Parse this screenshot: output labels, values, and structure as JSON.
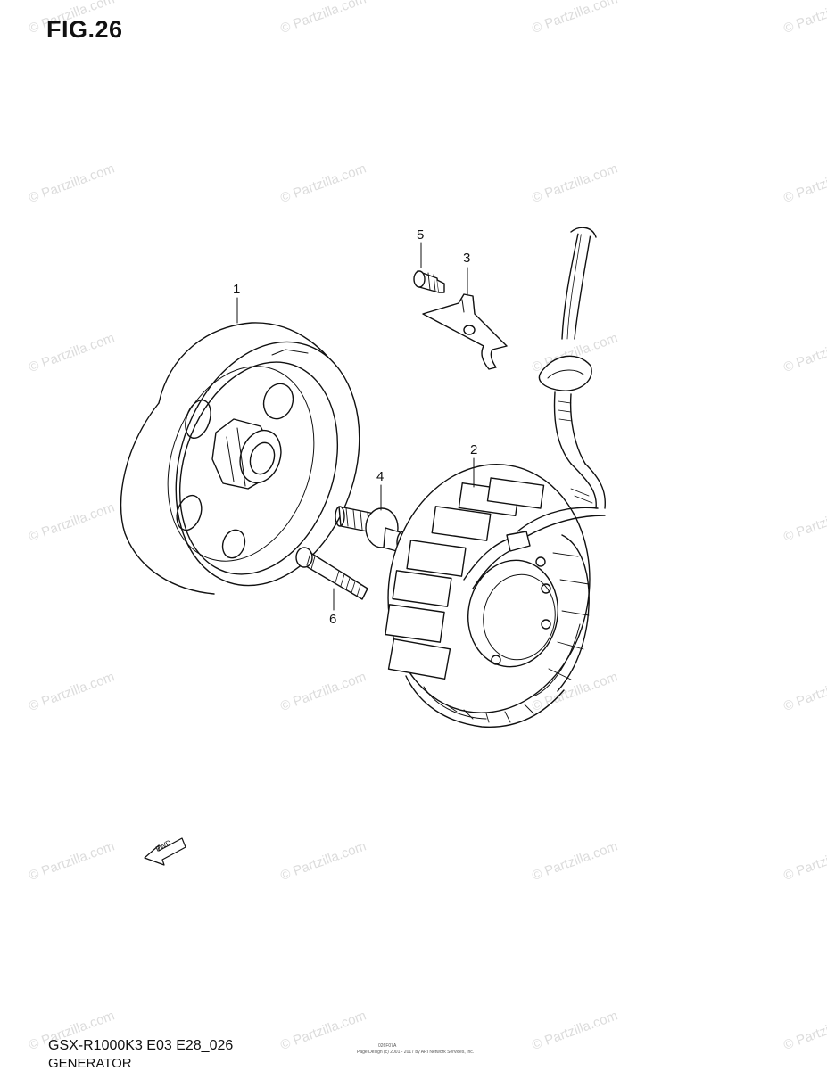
{
  "figure": {
    "title": "FIG.26",
    "model_code": "GSX-R1000K3 E03 E28_026",
    "section_name": "GENERATOR",
    "small_id": "026F07A",
    "fine_print": "Page Design (c) 2001 - 2017 by ARI Network Services, Inc."
  },
  "watermark": "© Partzilla.com",
  "arrow_label": "FWD",
  "callouts": [
    {
      "number": "1",
      "part": "rotor"
    },
    {
      "number": "2",
      "part": "stator"
    },
    {
      "number": "3",
      "part": "clamp"
    },
    {
      "number": "4",
      "part": "bolt"
    },
    {
      "number": "5",
      "part": "screw"
    },
    {
      "number": "6",
      "part": "bolt"
    }
  ]
}
